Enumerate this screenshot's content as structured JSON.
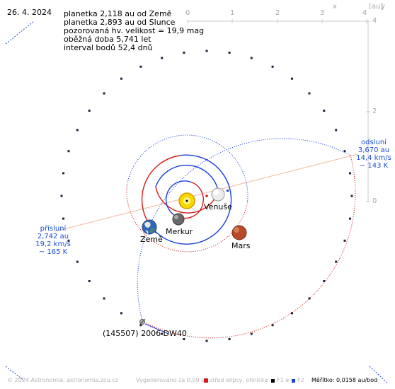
{
  "date": "26. 4. 2024",
  "info_lines": [
    "planetka 2,118 au od Země",
    "planetka 2,893 au od Slunce",
    "pozorovaná hv. velikost = 19,9 mag",
    "oběžná doba 5,741 let",
    "interval bodů 52,4 dnů"
  ],
  "aphelion": {
    "title": "odsluní",
    "distance": "3,670 au",
    "speed": "14,4 km/s",
    "temperature": "~ 143 K"
  },
  "perihelion": {
    "title": "přísluní",
    "distance": "2,742 au",
    "speed": "19,2 km/s",
    "temperature": "~ 165 K"
  },
  "asteroid_name": "(145507) 2006 DW40",
  "planets": {
    "venus": "Venuše",
    "mercury": "Merkur",
    "earth": "Země",
    "mars": "Mars"
  },
  "axes": {
    "x_ticks": [
      "0",
      "1",
      "2",
      "3",
      "4"
    ],
    "y_ticks": [
      "4",
      "2",
      "0"
    ],
    "x_label": "x",
    "unit": "[au]",
    "y_label": "y"
  },
  "footer": {
    "copyright": "© 2024 Astronomia, astronomia.zcu.cz",
    "generated": "Vygenerováno za 0,09 s",
    "legend_center": "střed elipsy, ohniska",
    "legend_f1": "F1 a",
    "legend_f2": "F2",
    "scale": "Měřítko: 0,0158 au/bod"
  },
  "colors": {
    "orbit_blue": "#1a3fd8",
    "orbit_red": "#d81818",
    "marker_dark": "#202040",
    "sun": "#f5d800",
    "axis_gray": "#c8c8c8",
    "apsis_line": "#f4b89a"
  }
}
